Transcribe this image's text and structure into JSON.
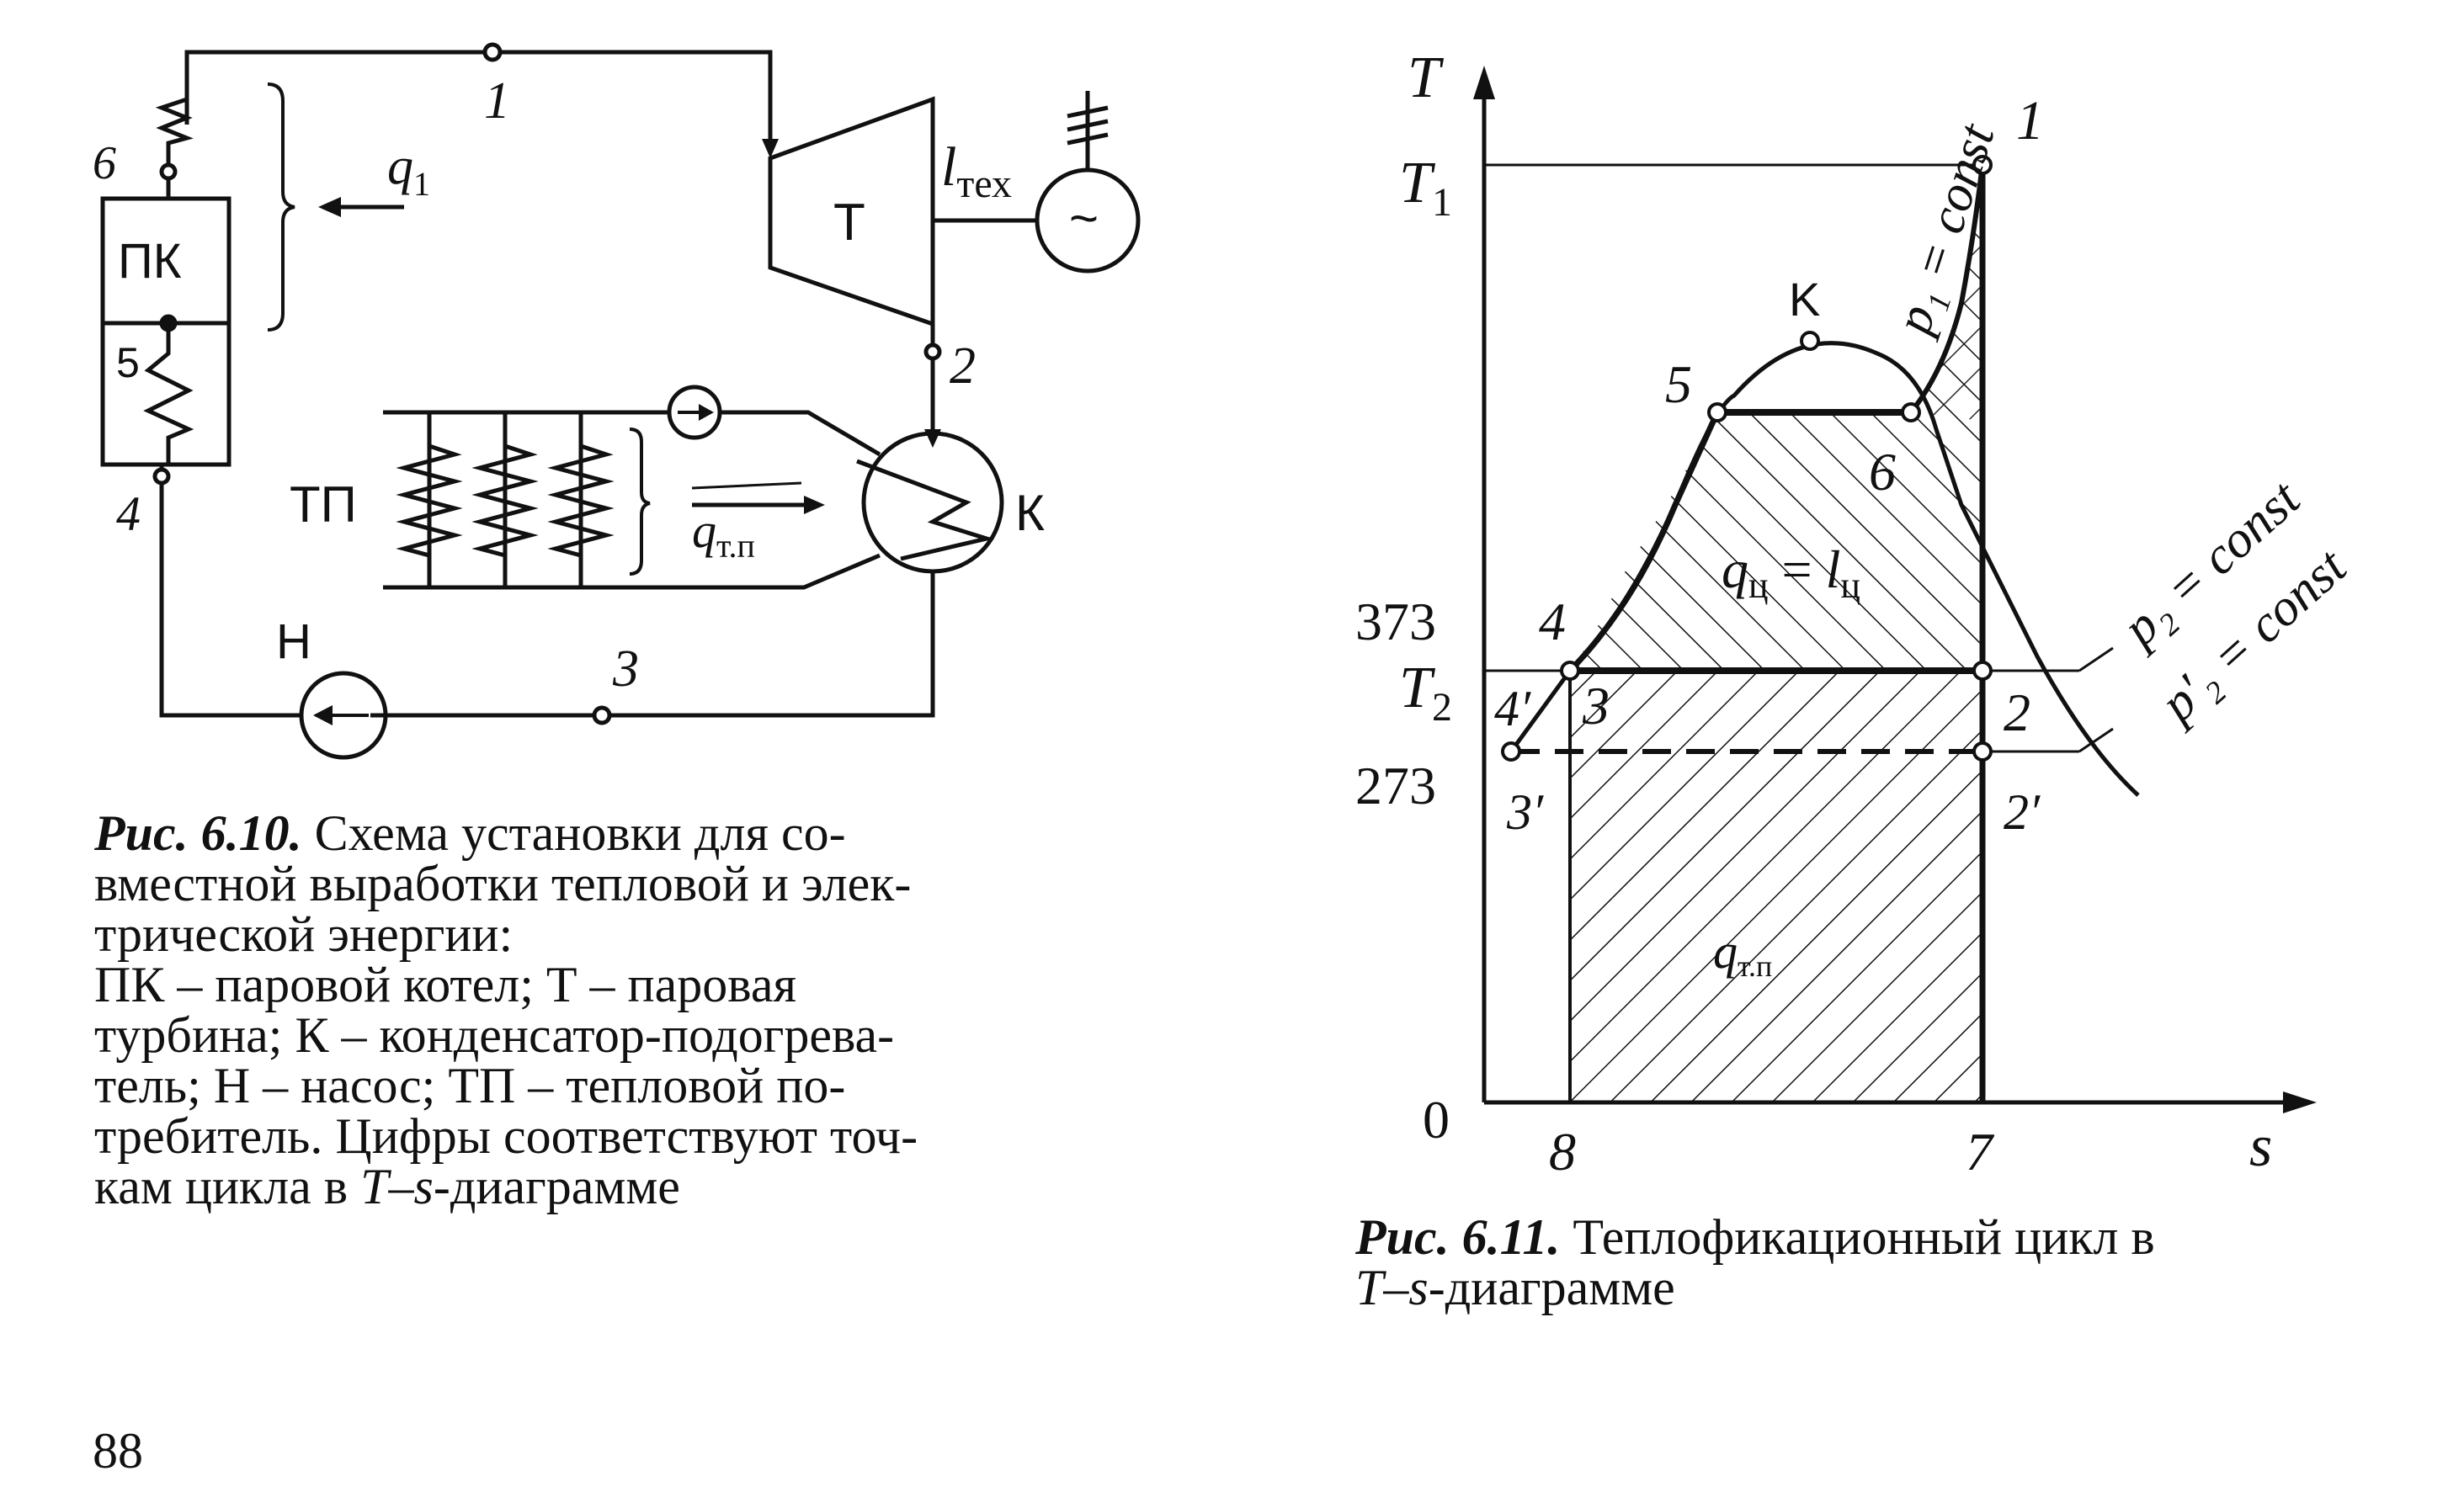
{
  "figure_610": {
    "labels": {
      "pk": "ПК",
      "t": "Т",
      "k": "К",
      "tp": "ТП",
      "n": "Н",
      "q1": "q",
      "q1_sub": "1",
      "ltex": "l",
      "ltex_sub": "тех",
      "qtp": "q",
      "qtp_sub": "т.п",
      "p1": "1",
      "p2": "2",
      "p3": "3",
      "p4": "4",
      "p5": "5",
      "p6": "6",
      "generator_symbol": "~"
    },
    "caption": {
      "title": "Рис. 6.10.",
      "line1": "Схема установки для со-",
      "line2": "вместной выработки тепловой и элек-",
      "line3": "трической энергии:",
      "line4": "ПК – паровой котел; Т – паровая",
      "line5": "турбина; К – конденсатор-подогрева-",
      "line6": "тель; Н – насос; ТП – тепловой по-",
      "line7": "требитель. Цифры соответствуют точ-",
      "line8_pre": "кам цикла в ",
      "line8_t": "T",
      "line8_dash": "–",
      "line8_s": "s",
      "line8_post": "-диаграмме"
    }
  },
  "figure_611": {
    "axis": {
      "y": "T",
      "x": "s",
      "origin": "0"
    },
    "ticks": {
      "t1": "T",
      "t1_sub": "1",
      "t373": "373",
      "t2": "T",
      "t2_sub": "2",
      "t273": "273",
      "s8": "8",
      "s7": "7"
    },
    "points": {
      "p1": "1",
      "pK": "K",
      "p5": "5",
      "p6": "6",
      "p4": "4",
      "p4p": "4′",
      "p3": "3",
      "p3p": "3′",
      "p2": "2",
      "p2p": "2′"
    },
    "curve_labels": {
      "p1const": "p₁ = const",
      "p2const": "p₂ = const",
      "p2pconst": "p′₂ = const"
    },
    "areas": {
      "qc": "q",
      "qc_sub": "ц",
      "eq": " = ",
      "lc": "l",
      "lc_sub": "ц",
      "qtp": "q",
      "qtp_sub": "т.п"
    },
    "caption": {
      "title": "Рис. 6.11.",
      "line1": "Теплофикационный цикл в",
      "line2_t": "T",
      "line2_dash": "–",
      "line2_s": "s",
      "line2_post": "-диаграмме"
    }
  },
  "page_number": "88"
}
